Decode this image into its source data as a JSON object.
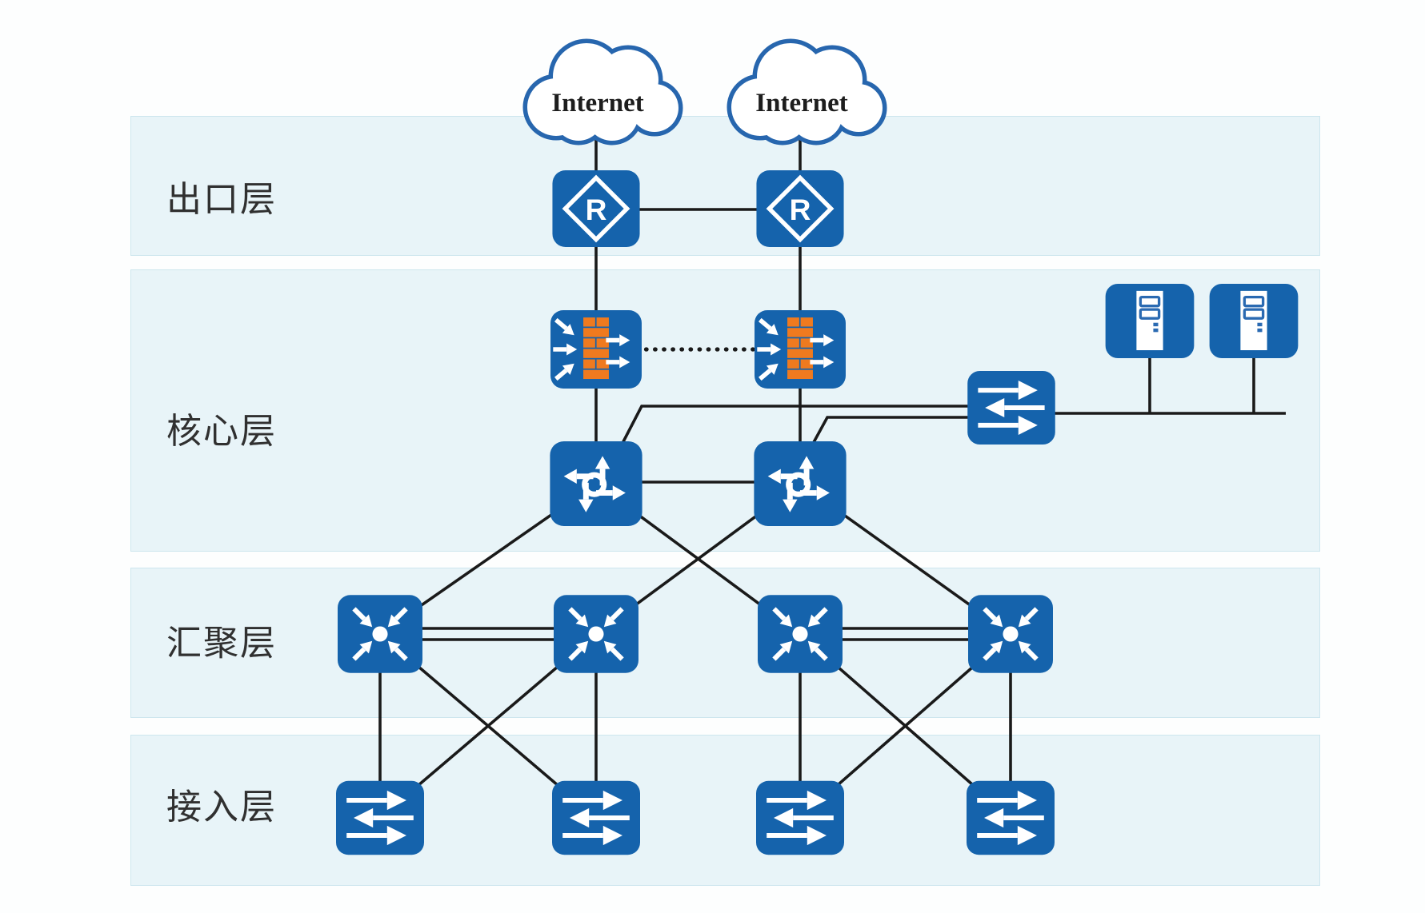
{
  "clouds": [
    {
      "label": "Internet"
    },
    {
      "label": "Internet"
    }
  ],
  "layers": [
    {
      "name": "egress",
      "label": "出口层"
    },
    {
      "name": "core",
      "label": "核心层"
    },
    {
      "name": "aggregation",
      "label": "汇聚层"
    },
    {
      "name": "access",
      "label": "接入层"
    }
  ],
  "icons": {
    "router_letter": "R",
    "types": [
      "cloud-icon",
      "router-icon",
      "firewall-icon",
      "l3-switch-icon",
      "l2-switch-icon",
      "aggregation-switch-icon",
      "server-icon"
    ]
  },
  "devices": {
    "egress": [
      "router",
      "router"
    ],
    "core": [
      "firewall",
      "firewall",
      "l3-switch",
      "l3-switch",
      "l2-switch",
      "server",
      "server"
    ],
    "aggregation": [
      "aggregation-switch",
      "aggregation-switch",
      "aggregation-switch",
      "aggregation-switch"
    ],
    "access": [
      "l2-switch",
      "l2-switch",
      "l2-switch",
      "l2-switch"
    ]
  },
  "colors": {
    "device_blue": "#1563ac",
    "firewall_brick_orange": "#ef7a1f",
    "cloud_outline_blue": "#2766ae",
    "connection_line": "#1a1a1a",
    "layer_band_background": "#e8f4f8",
    "layer_band_border": "#cde6ee",
    "page_background": "#fdfefe",
    "label_text": "#303030"
  }
}
